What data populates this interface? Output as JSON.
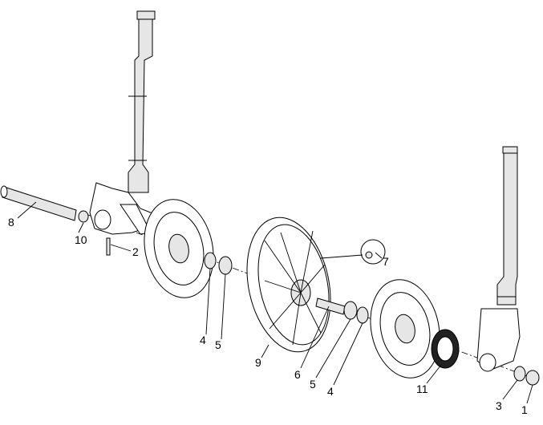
{
  "diagram": {
    "title": "Front wheel exploded view",
    "callouts": [
      {
        "id": "c8",
        "text": "8"
      },
      {
        "id": "c10",
        "text": "10"
      },
      {
        "id": "c2",
        "text": "2"
      },
      {
        "id": "c7",
        "text": "7"
      },
      {
        "id": "c4a",
        "text": "4"
      },
      {
        "id": "c5a",
        "text": "5"
      },
      {
        "id": "c9",
        "text": "9"
      },
      {
        "id": "c6",
        "text": "6"
      },
      {
        "id": "c5b",
        "text": "5"
      },
      {
        "id": "c4b",
        "text": "4"
      },
      {
        "id": "c11",
        "text": "11"
      },
      {
        "id": "c3",
        "text": "3"
      },
      {
        "id": "c1",
        "text": "1"
      }
    ]
  }
}
